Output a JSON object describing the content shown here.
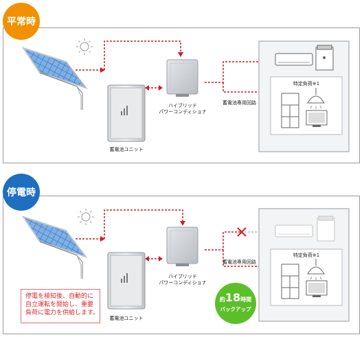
{
  "normal": {
    "badge": "平常時",
    "badge_color": "#f29100",
    "battery_label": "蓄電池ユニット",
    "conditioner_label_line1": "ハイブリッド",
    "conditioner_label_line2": "パワーコンディショナ",
    "circuit_label": "蓄電池専用回路",
    "specific_load_label": "特定負荷※1"
  },
  "outage": {
    "badge": "停電時",
    "badge_color": "#1e6fbf",
    "battery_label": "蓄電池ユニット",
    "conditioner_label_line1": "ハイブリッド",
    "conditioner_label_line2": "パワーコンディショナ",
    "circuit_label": "蓄電池専用回路",
    "specific_load_label": "特定負荷※1",
    "notice_lines": [
      "停電を検知後、自動的に",
      "自立運転を開始し、重要",
      "負荷に電力を供給します。"
    ],
    "backup_prefix": "約",
    "backup_hours": "18",
    "backup_unit": "時間",
    "backup_text": "バックアップ",
    "backup_color": "#5cbf2a"
  },
  "colors": {
    "flow_line": "#cc1f26",
    "panel_blue": "#6a9fd8",
    "device_gray": "#c9ccd1"
  }
}
